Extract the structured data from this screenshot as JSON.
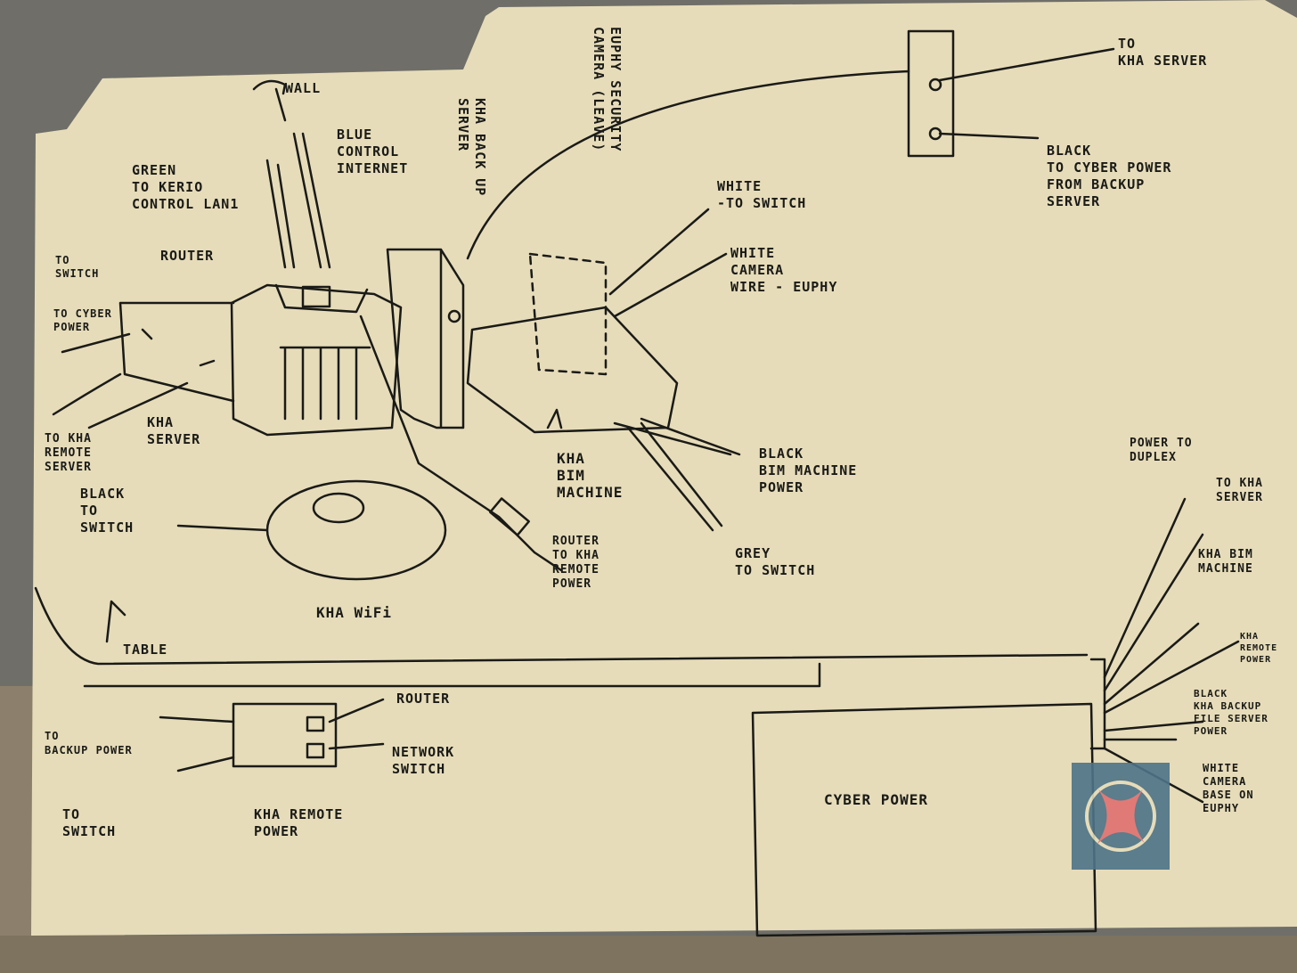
{
  "labels": {
    "wall": "WALL",
    "green_lan": "GREEN\nTO KERIO\nCONTROL LAN1",
    "blue_internet": "BLUE\nCONTROL\nINTERNET",
    "router": "ROUTER",
    "backup_server": "KHA BACK UP\nSERVER",
    "security_camera": "EUPHY SECURITY\nCAMERA (LEAVE)",
    "to_kha_server_top": "TO\nKHA SERVER",
    "black_cyber_power": "BLACK\nTO CYBER POWER\nFROM BACKUP\nSERVER",
    "white_to_switch": "WHITE\n-TO SWITCH",
    "white_camera_wire": "WHITE\nCAMERA\nWIRE - EUPHY",
    "to_switch_left": "TO\nSWITCH",
    "to_cyber_power_left": "TO CYBER\nPOWER",
    "to_remote_server": "TO KHA\nREMOTE\nSERVER",
    "kha_server": "KHA\nSERVER",
    "black_to_switch": "BLACK\nTO\nSWITCH",
    "bim_machine": "KHA\nBIM\nMACHINE",
    "black_bim_power": "BLACK\nBIM MACHINE\nPOWER",
    "grey_to_switch": "GREY\nTO SWITCH",
    "router_to_kha_remote": "ROUTER\nTO KHA\nREMOTE\nPOWER",
    "kha_wifi": "KHA WiFi",
    "table": "TABLE",
    "power_to_duplex": "POWER TO\nDUPLEX",
    "to_kha_server_right": "TO KHA\nSERVER",
    "kha_bim_machine_right": "KHA BIM\nMACHINE",
    "kha_remote_power_right": "KHA\nREMOTE\nPOWER",
    "black_backup_right": "BLACK\nKHA BACKUP\nFILE SERVER\nPOWER",
    "white_camera_base": "WHITE\nCAMERA\nBASE ON\nEUPHY",
    "cyber_power": "CYBER POWER",
    "router_bottom": "ROUTER",
    "network_switch": "NETWORK\nSWITCH",
    "to_backup_power": "TO\nBACKUP POWER",
    "to_switch_bottom": "TO\nSWITCH",
    "kha_remote_power": "KHA REMOTE\nPOWER"
  },
  "colors": {
    "paper": "#e6dcb9",
    "ink": "#1a1a17",
    "watermark_bg": "#4d7388",
    "watermark_mark": "#e07070"
  }
}
